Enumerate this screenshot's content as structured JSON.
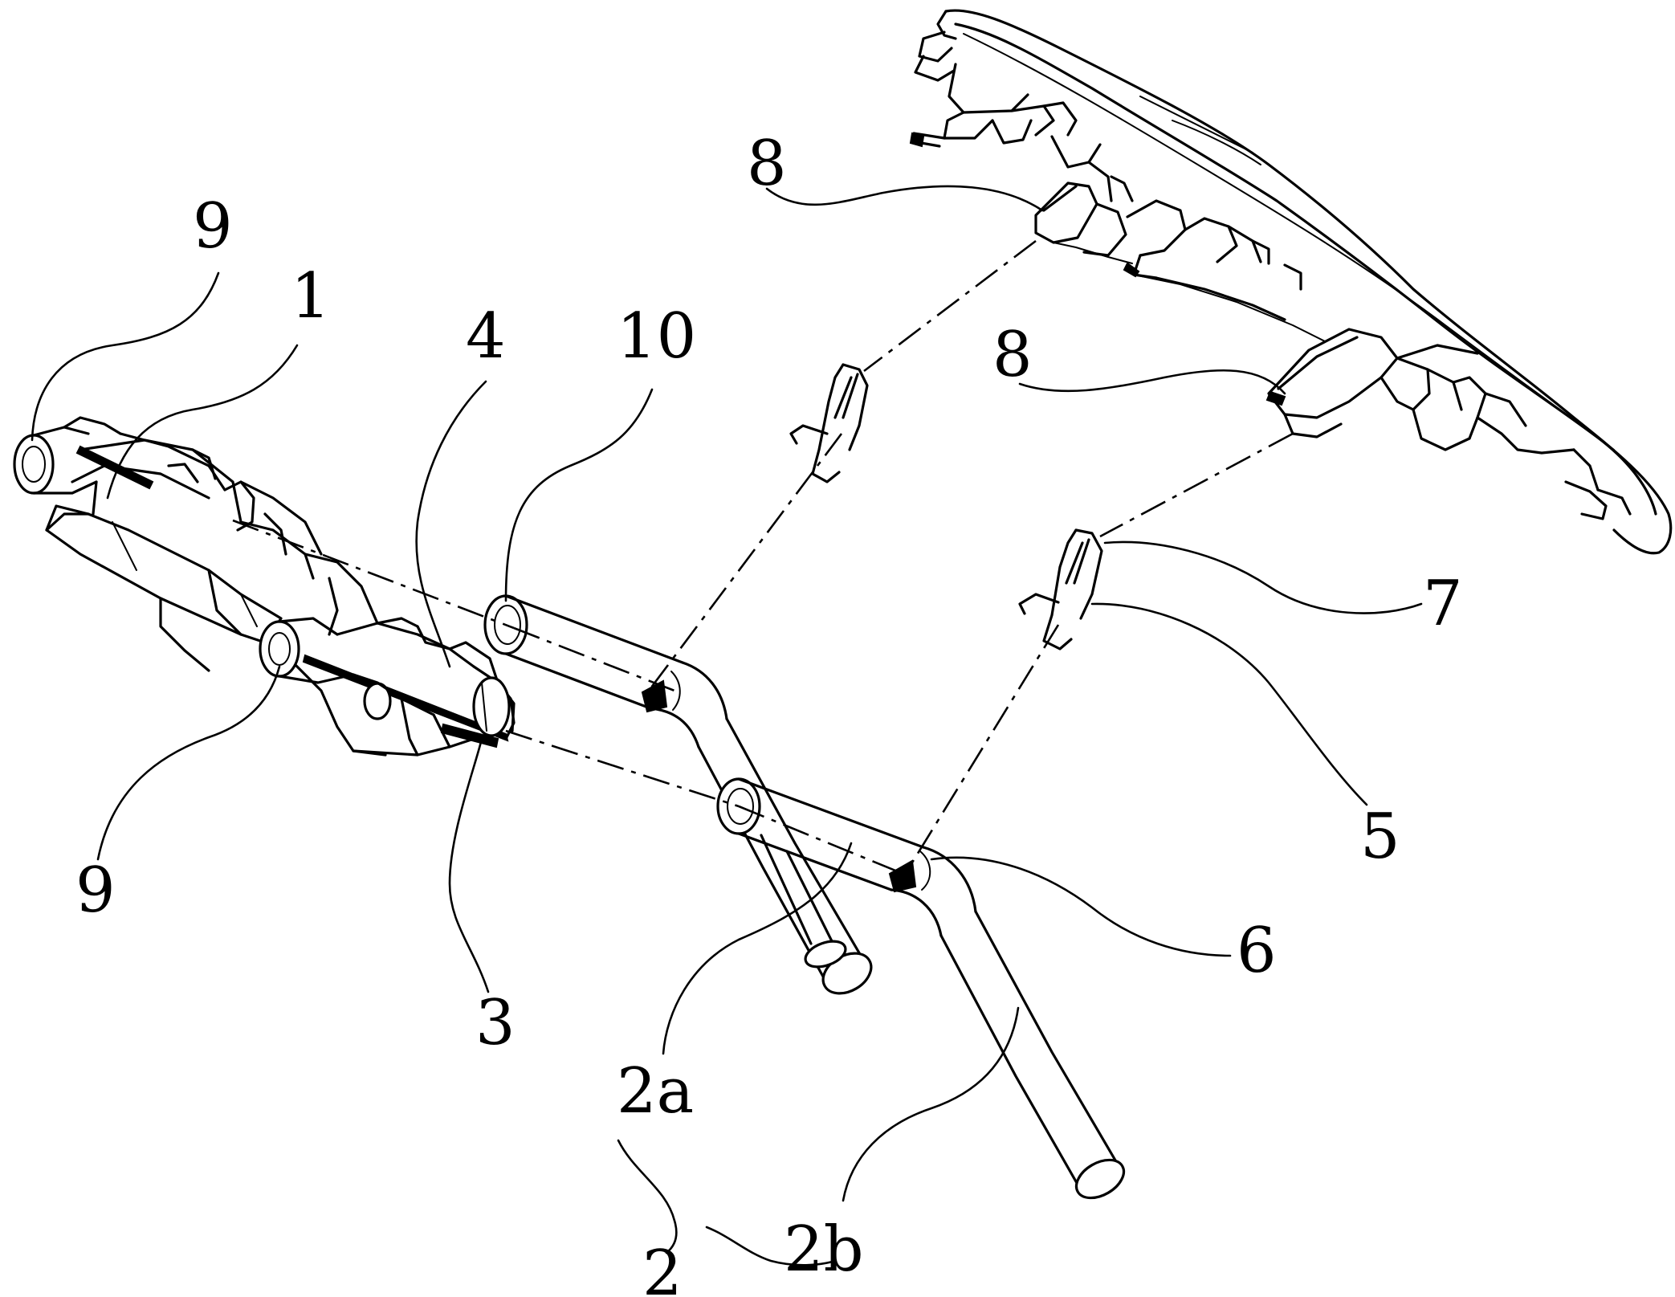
{
  "figure": {
    "reference_numerals": {
      "n9_top": "9",
      "n1": "1",
      "n4": "4",
      "n10": "10",
      "n8_top": "8",
      "n8_mid": "8",
      "n7": "7",
      "n5": "5",
      "n9_bottom": "9",
      "n3": "3",
      "n6": "6",
      "n2a": "2a",
      "n2": "2",
      "n2b": "2b"
    }
  }
}
